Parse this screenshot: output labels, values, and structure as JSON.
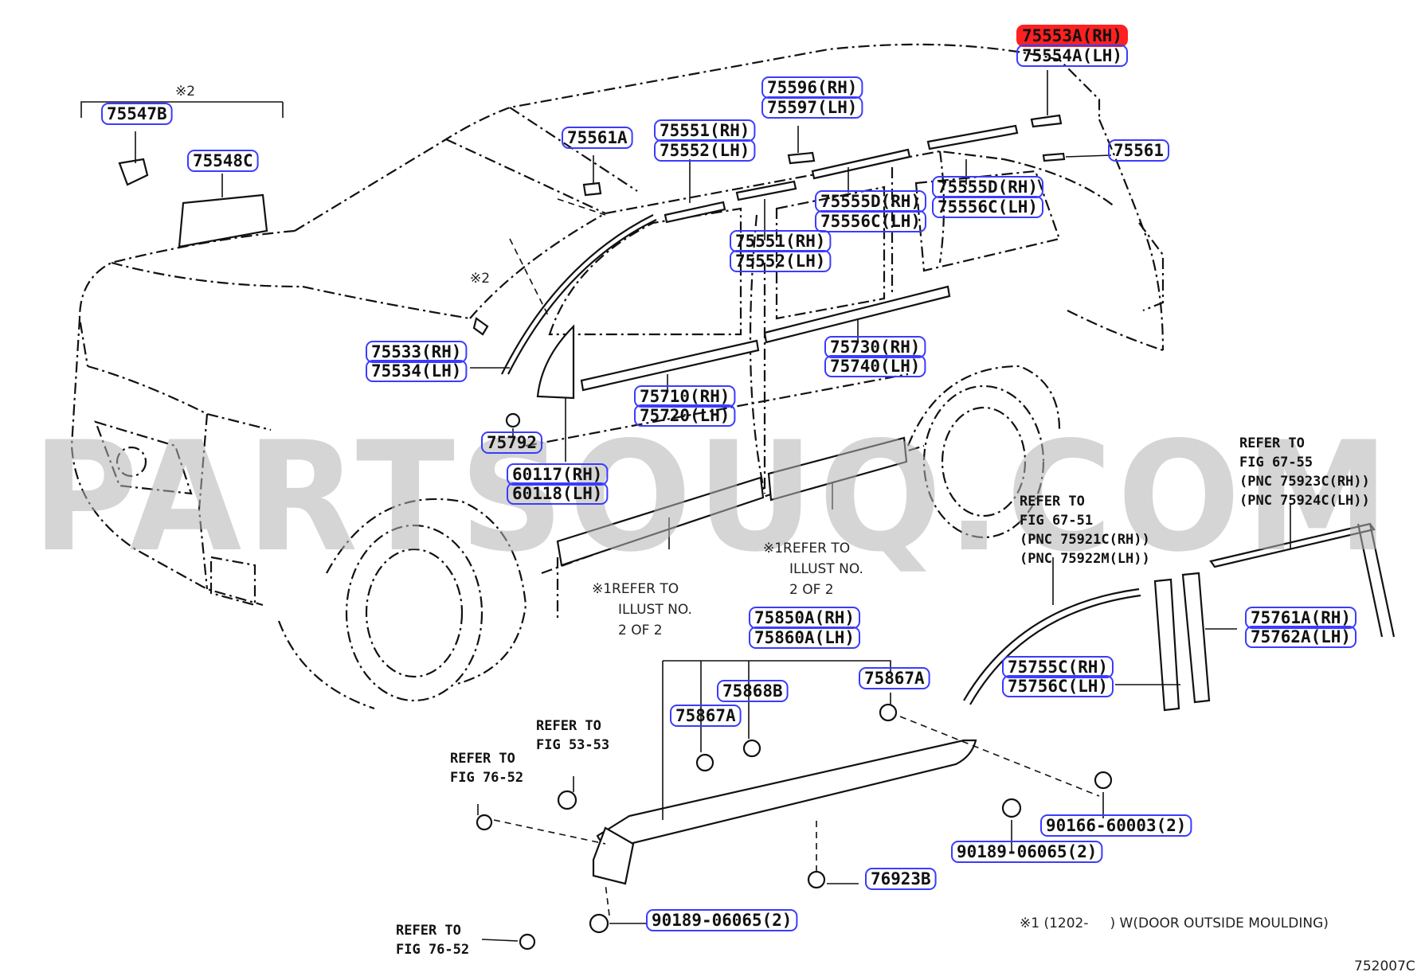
{
  "diagram": {
    "selected_color": "#ff2020",
    "box_color": "#3b3bff",
    "watermark": "PARTSOUQ.COM",
    "figure_code": "752007C",
    "footnote": "※1 (1202-     ) W(DOOR OUTSIDE MOULDING)",
    "note_marks": {
      "bracket": "※2",
      "windshield": "※2"
    },
    "parts": [
      {
        "id": "p_75553A",
        "label": "75553A(RH)",
        "selected": true
      },
      {
        "id": "p_75554A",
        "label": "75554A(LH)"
      },
      {
        "id": "p_75547B",
        "label": "75547B"
      },
      {
        "id": "p_75548C",
        "label": "75548C"
      },
      {
        "id": "p_75596",
        "label": "75596(RH)"
      },
      {
        "id": "p_75597",
        "label": "75597(LH)"
      },
      {
        "id": "p_75561A",
        "label": "75561A"
      },
      {
        "id": "p_75551a",
        "label": "75551(RH)"
      },
      {
        "id": "p_75552a",
        "label": "75552(LH)"
      },
      {
        "id": "p_75561",
        "label": "75561"
      },
      {
        "id": "p_75555Da",
        "label": "75555D(RH)"
      },
      {
        "id": "p_75556Ca",
        "label": "75556C(LH)"
      },
      {
        "id": "p_75555Db",
        "label": "75555D(RH)"
      },
      {
        "id": "p_75556Cb",
        "label": "75556C(LH)"
      },
      {
        "id": "p_75551b",
        "label": "75551(RH)"
      },
      {
        "id": "p_75552b",
        "label": "75552(LH)"
      },
      {
        "id": "p_75533",
        "label": "75533(RH)"
      },
      {
        "id": "p_75534",
        "label": "75534(LH)"
      },
      {
        "id": "p_75730",
        "label": "75730(RH)"
      },
      {
        "id": "p_75740",
        "label": "75740(LH)"
      },
      {
        "id": "p_75710",
        "label": "75710(RH)"
      },
      {
        "id": "p_75720",
        "label": "75720(LH)"
      },
      {
        "id": "p_75792",
        "label": "75792"
      },
      {
        "id": "p_60117",
        "label": "60117(RH)"
      },
      {
        "id": "p_60118",
        "label": "60118(LH)"
      },
      {
        "id": "p_75850A",
        "label": "75850A(RH)"
      },
      {
        "id": "p_75860A",
        "label": "75860A(LH)"
      },
      {
        "id": "p_75868B",
        "label": "75868B"
      },
      {
        "id": "p_75867Aa",
        "label": "75867A"
      },
      {
        "id": "p_75867Ab",
        "label": "75867A"
      },
      {
        "id": "p_75761A",
        "label": "75761A(RH)"
      },
      {
        "id": "p_75762A",
        "label": "75762A(LH)"
      },
      {
        "id": "p_75755C",
        "label": "75755C(RH)"
      },
      {
        "id": "p_75756C",
        "label": "75756C(LH)"
      },
      {
        "id": "p_90166",
        "label": "90166-60003(2)"
      },
      {
        "id": "p_90189a",
        "label": "90189-06065(2)"
      },
      {
        "id": "p_76923B",
        "label": "76923B"
      },
      {
        "id": "p_90189b",
        "label": "90189-06065(2)"
      }
    ],
    "refers": [
      {
        "id": "r_67_55",
        "lines": [
          "REFER TO",
          "FIG 67-55",
          "(PNC 75923C(RH))",
          "(PNC 75924C(LH))"
        ]
      },
      {
        "id": "r_67_51",
        "lines": [
          "REFER TO",
          "FIG 67-51",
          "(PNC 75921C(RH))",
          "(PNC 75922M(LH))"
        ]
      },
      {
        "id": "r_53_53",
        "lines": [
          "REFER TO",
          "FIG 53-53"
        ]
      },
      {
        "id": "r_76_52a",
        "lines": [
          "REFER TO",
          "FIG 76-52"
        ]
      },
      {
        "id": "r_76_52b",
        "lines": [
          "REFER TO",
          "FIG 76-52"
        ]
      }
    ],
    "illust_notes": [
      {
        "id": "n_front",
        "lines": [
          "※1REFER TO",
          "ILLUST NO.",
          "2 OF 2"
        ]
      },
      {
        "id": "n_rear",
        "lines": [
          "※1REFER TO",
          "ILLUST NO.",
          "2 OF 2"
        ]
      }
    ]
  }
}
